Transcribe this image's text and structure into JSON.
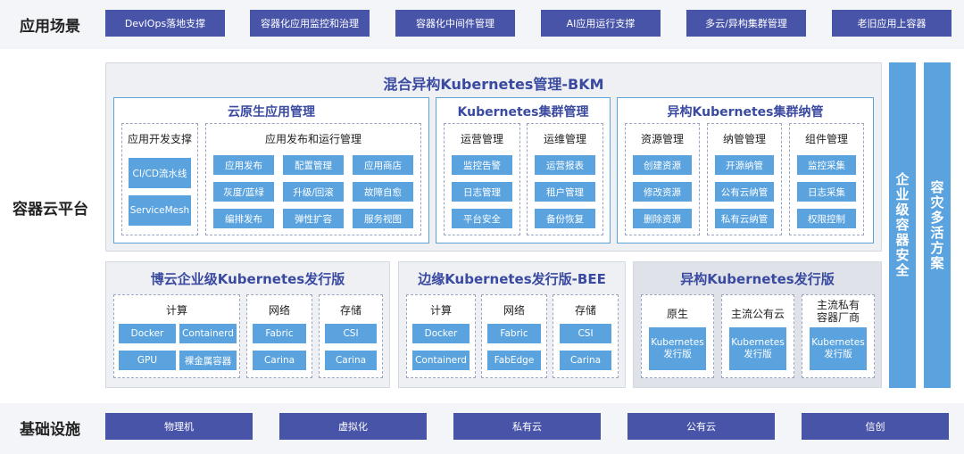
{
  "rows": {
    "scenarios_label": "应用场景",
    "platform_label": "容器云平台",
    "infra_label": "基础设施"
  },
  "scenarios": [
    "DevIOps落地支撑",
    "容器化应用监控和治理",
    "容器化中间件管理",
    "AI应用运行支撑",
    "多云/异构集群管理",
    "老旧应用上容器"
  ],
  "bkm": {
    "title": "混合异构Kubernetes管理-BKM",
    "cloud_native": {
      "title": "云原生应用管理",
      "dev_support": {
        "title": "应用开发支撑",
        "items": [
          "CI/CD流水线",
          "ServiceMesh"
        ]
      },
      "release": {
        "title": "应用发布和运行管理",
        "items": [
          "应用发布",
          "配置管理",
          "应用商店",
          "灰度/蓝绿",
          "升级/回滚",
          "故障自愈",
          "编排发布",
          "弹性扩容",
          "服务视图"
        ]
      }
    },
    "cluster_mgmt": {
      "title": "Kubernetes集群管理",
      "ops": {
        "title": "运营管理",
        "items": [
          "监控告警",
          "日志管理",
          "平台安全"
        ]
      },
      "maint": {
        "title": "运维管理",
        "items": [
          "运营报表",
          "租户管理",
          "备份恢复"
        ]
      }
    },
    "hetero": {
      "title": "异构Kubernetes集群纳管",
      "resource": {
        "title": "资源管理",
        "items": [
          "创建资源",
          "修改资源",
          "删除资源"
        ]
      },
      "manage": {
        "title": "纳管管理",
        "items": [
          "开源纳管",
          "公有云纳管",
          "私有云纳管"
        ]
      },
      "component": {
        "title": "组件管理",
        "items": [
          "监控采集",
          "日志采集",
          "权限控制"
        ]
      }
    }
  },
  "bocloud": {
    "title": "博云企业级Kubernetes发行版",
    "compute": {
      "title": "计算",
      "items": [
        "Docker",
        "Containerd",
        "GPU",
        "裸金属容器"
      ]
    },
    "network": {
      "title": "网络",
      "items": [
        "Fabric",
        "Carina"
      ]
    },
    "storage": {
      "title": "存储",
      "items": [
        "CSI",
        "Carina"
      ]
    }
  },
  "edge": {
    "title": "边缘Kubernetes发行版-BEE",
    "compute": {
      "title": "计算",
      "items": [
        "Docker",
        "Containerd"
      ]
    },
    "network": {
      "title": "网络",
      "items": [
        "Fabric",
        "FabEdge"
      ]
    },
    "storage": {
      "title": "存储",
      "items": [
        "CSI",
        "Carina"
      ]
    }
  },
  "heterodist": {
    "title": "异构Kubernetes发行版",
    "cols": [
      {
        "title": "原生",
        "item": "Kubernetes\n发行版"
      },
      {
        "title": "主流公有云",
        "item": "Kubernetes\n发行版"
      },
      {
        "title": "主流私有\n容器厂商",
        "item": "Kubernetes\n发行版"
      }
    ]
  },
  "side": {
    "security": "企业级容器安全",
    "dr": "容灾多活方案"
  },
  "infra": [
    "物理机",
    "虚拟化",
    "私有云",
    "公有云",
    "信创"
  ],
  "colors": {
    "nav": "#4854a8",
    "cell": "#5aa3df",
    "title": "#3a4aa0"
  }
}
